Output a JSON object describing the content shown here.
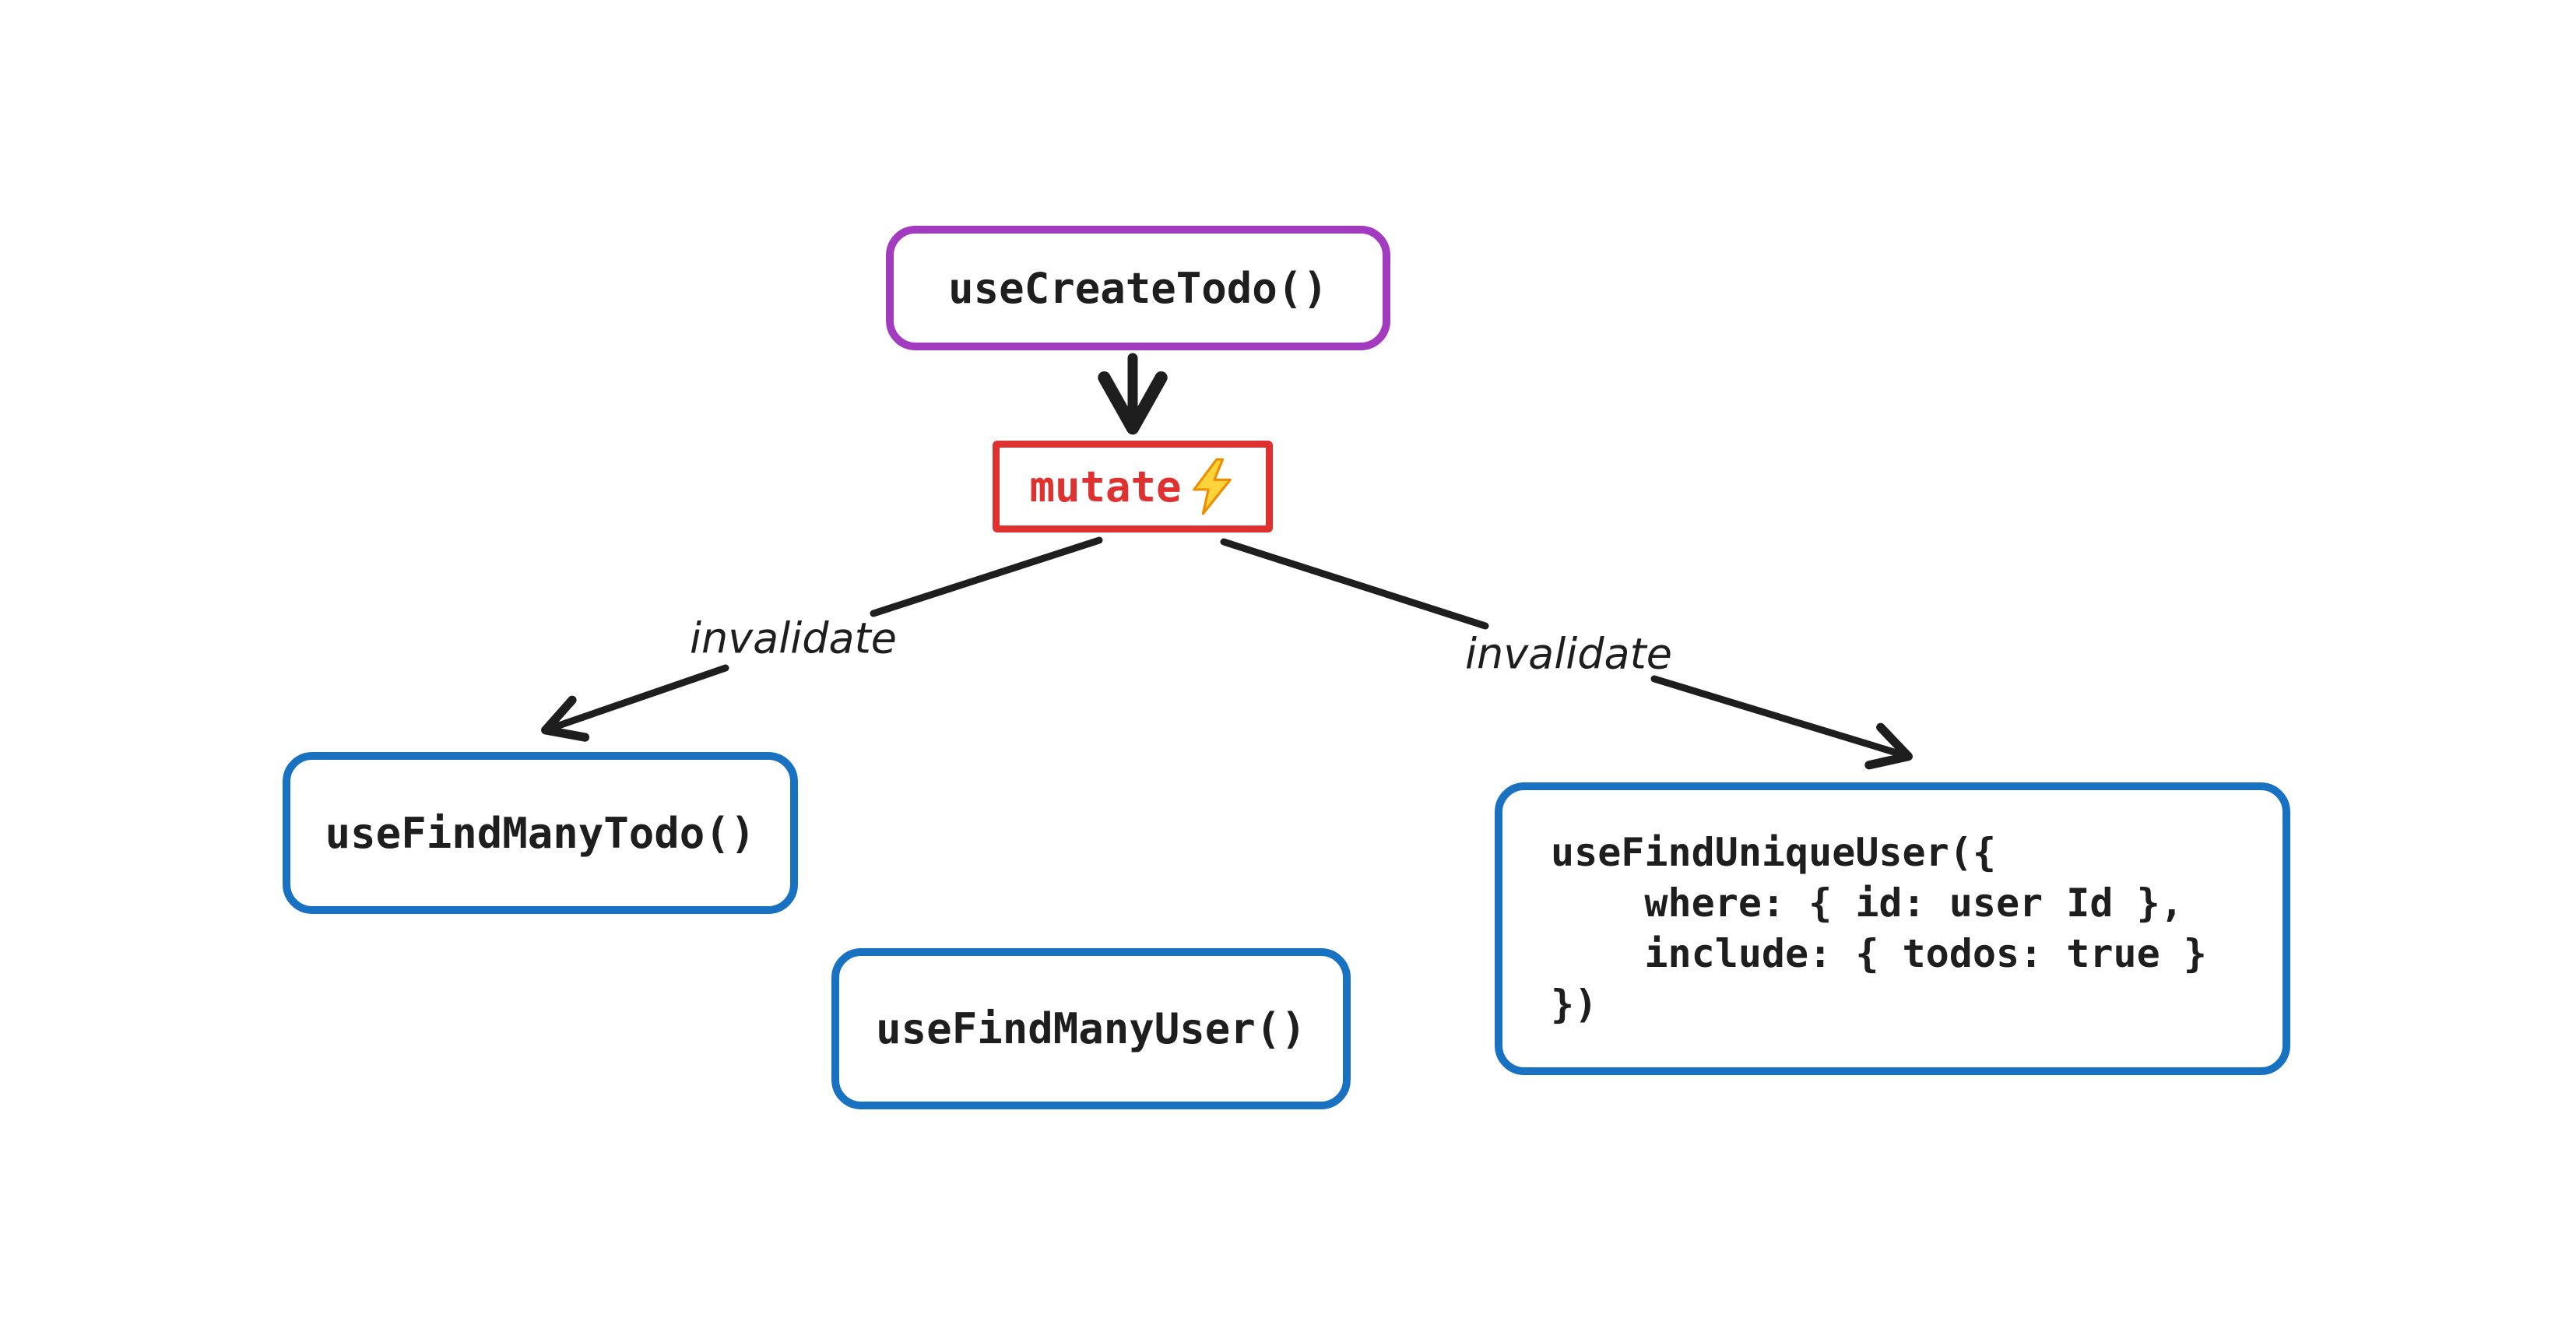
{
  "diagram": {
    "nodes": {
      "use_create_todo": {
        "label": "useCreateTodo()"
      },
      "mutate": {
        "label": "mutate",
        "icon": "lightning"
      },
      "use_find_many_todo": {
        "label": "useFindManyTodo()"
      },
      "use_find_many_user": {
        "label": "useFindManyUser()"
      },
      "use_find_unique_user": {
        "lines": [
          "useFindUniqueUser({",
          "    where: { id: user Id },",
          "    include: { todos: true }",
          "})"
        ]
      }
    },
    "edges": {
      "create_to_mutate": {
        "label": ""
      },
      "mutate_to_find_many_todo": {
        "label": "invalidate"
      },
      "mutate_to_find_unique_user": {
        "label": "invalidate"
      }
    },
    "colors": {
      "background": "#ffffff",
      "ink": "#1e1e1e",
      "purple_border": "#a23bc0",
      "red_border": "#e03131",
      "red_text": "#e03131",
      "blue_border": "#1971c2",
      "bolt_fill": "#ffd43b",
      "bolt_stroke": "#f08c00"
    }
  }
}
